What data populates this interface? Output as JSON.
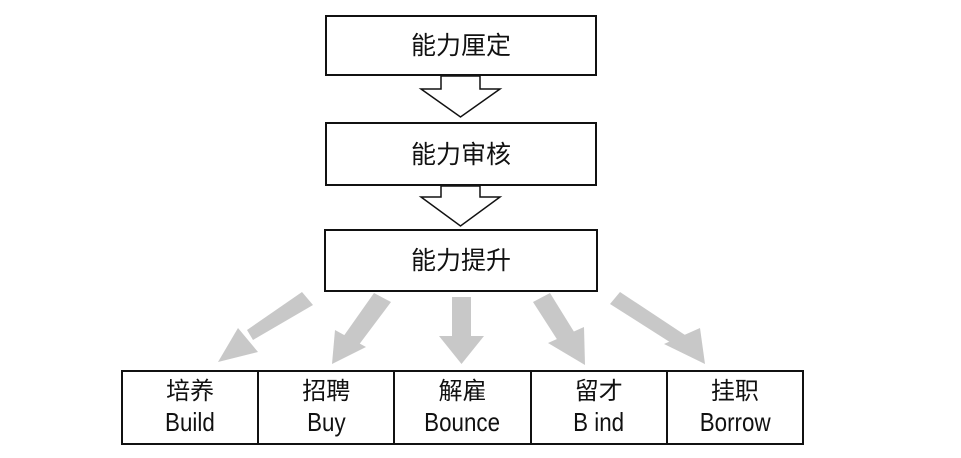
{
  "steps": [
    {
      "label": "能力厘定"
    },
    {
      "label": "能力审核"
    },
    {
      "label": "能力提升"
    }
  ],
  "options": [
    {
      "cn": "培养",
      "en": "Build"
    },
    {
      "cn": "招聘",
      "en": "Buy"
    },
    {
      "cn": "解雇",
      "en": "Bounce"
    },
    {
      "cn": "留才",
      "en": "B ind"
    },
    {
      "cn": "挂职",
      "en": "Borrow"
    }
  ],
  "colors": {
    "border": "#111111",
    "flow_arrow_fill": "#ffffff",
    "branch_arrow_fill": "#c8c8c8"
  }
}
